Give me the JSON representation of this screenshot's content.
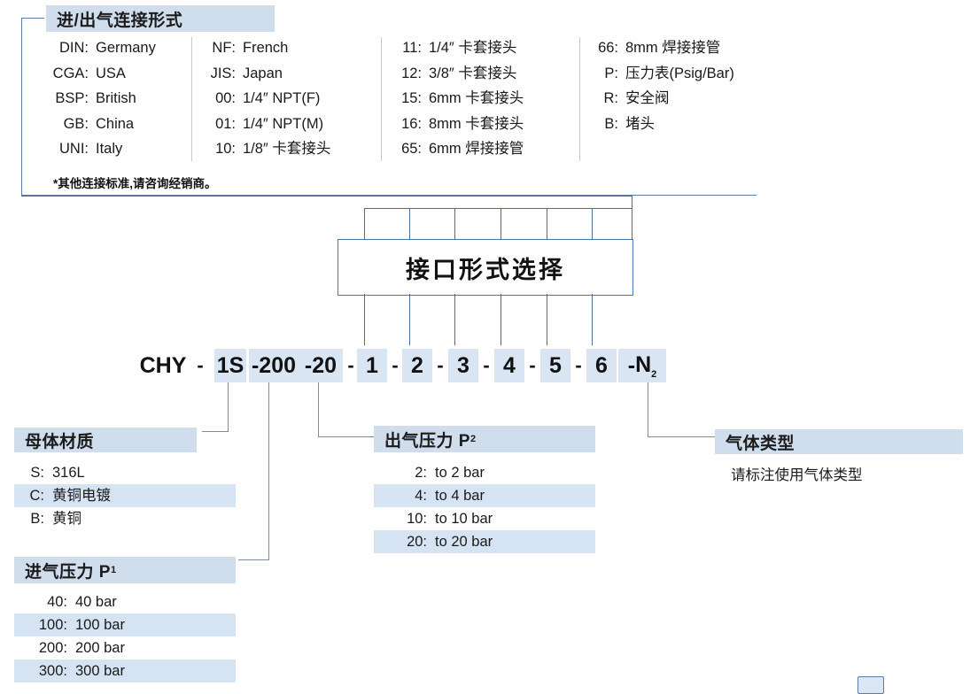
{
  "top_panel": {
    "title": "进/出气连接形式",
    "note": "*其他连接标准,请咨询经销商。",
    "columns": [
      {
        "rows": [
          {
            "key": "DIN:",
            "val": "Germany"
          },
          {
            "key": "CGA:",
            "val": "USA"
          },
          {
            "key": "BSP:",
            "val": "British"
          },
          {
            "key": "GB:",
            "val": "China"
          },
          {
            "key": "UNI:",
            "val": "Italy"
          }
        ]
      },
      {
        "rows": [
          {
            "key": "NF:",
            "val": "French"
          },
          {
            "key": "JIS:",
            "val": "Japan"
          },
          {
            "key": "00:",
            "val": "1/4″  NPT(F)"
          },
          {
            "key": "01:",
            "val": "1/4″  NPT(M)"
          },
          {
            "key": "10:",
            "val": "1/8″  卡套接头"
          }
        ]
      },
      {
        "rows": [
          {
            "key": "11:",
            "val": "1/4″  卡套接头"
          },
          {
            "key": "12:",
            "val": "3/8″  卡套接头"
          },
          {
            "key": "15:",
            "val": "6mm 卡套接头"
          },
          {
            "key": "16:",
            "val": "8mm 卡套接头"
          },
          {
            "key": "65:",
            "val": "6mm 焊接接管"
          }
        ]
      },
      {
        "rows": [
          {
            "key": "66:",
            "val": "8mm 焊接接管"
          },
          {
            "key": "P:",
            "val": "压力表(Psig/Bar)"
          },
          {
            "key": "R:",
            "val": "安全阀"
          },
          {
            "key": "B:",
            "val": "堵头"
          }
        ]
      }
    ]
  },
  "center_box": {
    "label": "接口形式选择"
  },
  "model_code": {
    "tokens": [
      {
        "text": "CHY",
        "boxed": false
      },
      {
        "text": "1S",
        "boxed": true
      },
      {
        "text": "200",
        "boxed": true
      },
      {
        "text": "20",
        "boxed": true
      },
      {
        "text": "1",
        "boxed": true
      },
      {
        "text": "2",
        "boxed": true
      },
      {
        "text": "3",
        "boxed": true
      },
      {
        "text": "4",
        "boxed": true
      },
      {
        "text": "5",
        "boxed": true
      },
      {
        "text": "6",
        "boxed": true
      },
      {
        "text": "N2",
        "boxed": true
      }
    ],
    "separator": "-"
  },
  "body_material": {
    "title": "母体材质",
    "rows": [
      {
        "key": "S:",
        "val": "316L",
        "hl": false
      },
      {
        "key": "C:",
        "val": "黄铜电镀",
        "hl": true
      },
      {
        "key": "B:",
        "val": "黄铜",
        "hl": false
      }
    ]
  },
  "inlet_pressure": {
    "title": "进气压力 P",
    "title_sub": "1",
    "rows": [
      {
        "key": "40:",
        "val": "40 bar",
        "hl": false
      },
      {
        "key": "100:",
        "val": "100 bar",
        "hl": true
      },
      {
        "key": "200:",
        "val": "200 bar",
        "hl": false
      },
      {
        "key": "300:",
        "val": "300 bar",
        "hl": true
      }
    ]
  },
  "outlet_pressure": {
    "title": "出气压力 P",
    "title_sub": "2",
    "rows": [
      {
        "key": "2:",
        "val": "to 2 bar",
        "hl": false
      },
      {
        "key": "4:",
        "val": "to 4 bar",
        "hl": true
      },
      {
        "key": "10:",
        "val": "to 10 bar",
        "hl": false
      },
      {
        "key": "20:",
        "val": "to 20 bar",
        "hl": true
      }
    ]
  },
  "gas_type": {
    "title": "气体类型",
    "note": "请标注使用气体类型"
  },
  "colors": {
    "highlight": "#d6e3f2",
    "header_bar": "#cfdded",
    "line_blue": "#4a6c96",
    "box_border": "#4a78ab",
    "text": "#1a1a1a"
  }
}
